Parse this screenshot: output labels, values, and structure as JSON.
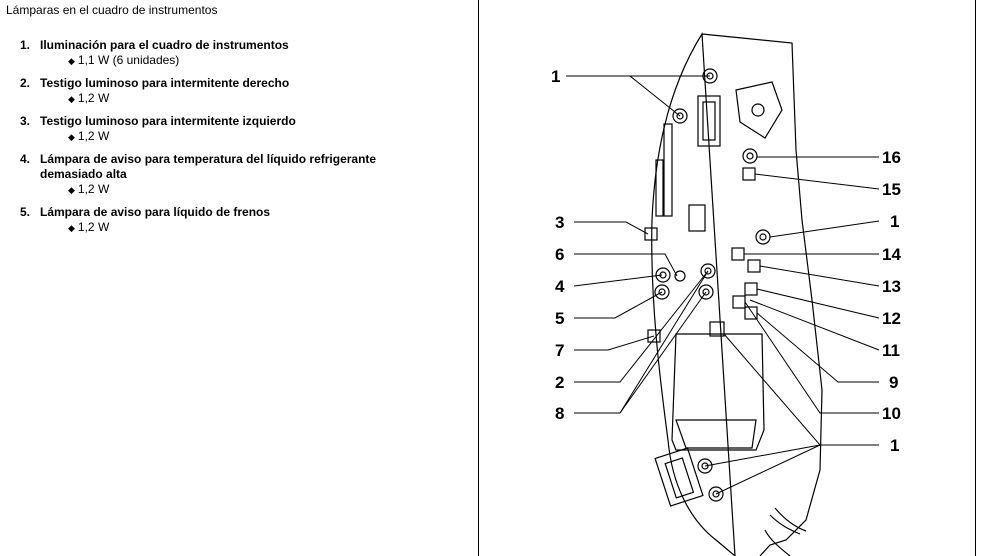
{
  "document": {
    "title": "Lámparas en el cuadro de instrumentos",
    "items": [
      {
        "number": "1.",
        "label": "Iluminación para el cuadro de instrumentos",
        "spec": "1,1 W (6 unidades)"
      },
      {
        "number": "2.",
        "label": "Testigo luminoso para intermitente derecho",
        "spec": "1,2 W"
      },
      {
        "number": "3.",
        "label": "Testigo luminoso para intermitente izquierdo",
        "spec": "1,2 W"
      },
      {
        "number": "4.",
        "label": "Lámpara de aviso para temperatura del líquido refrigerante demasiado alta",
        "spec": "1,2 W"
      },
      {
        "number": "5.",
        "label": "Lámpara de aviso para líquido de frenos",
        "spec": "1,2 W"
      }
    ]
  },
  "figure": {
    "callouts": {
      "top_left_1": "1",
      "left_3": "3",
      "left_6": "6",
      "left_4": "4",
      "left_5": "5",
      "left_7": "7",
      "left_2": "2",
      "left_8": "8",
      "right_16": "16",
      "right_15": "15",
      "right_1": "1",
      "right_14": "14",
      "right_13": "13",
      "right_12": "12",
      "right_11": "11",
      "right_9": "9",
      "right_10": "10",
      "bottom_right_1": "1"
    }
  }
}
